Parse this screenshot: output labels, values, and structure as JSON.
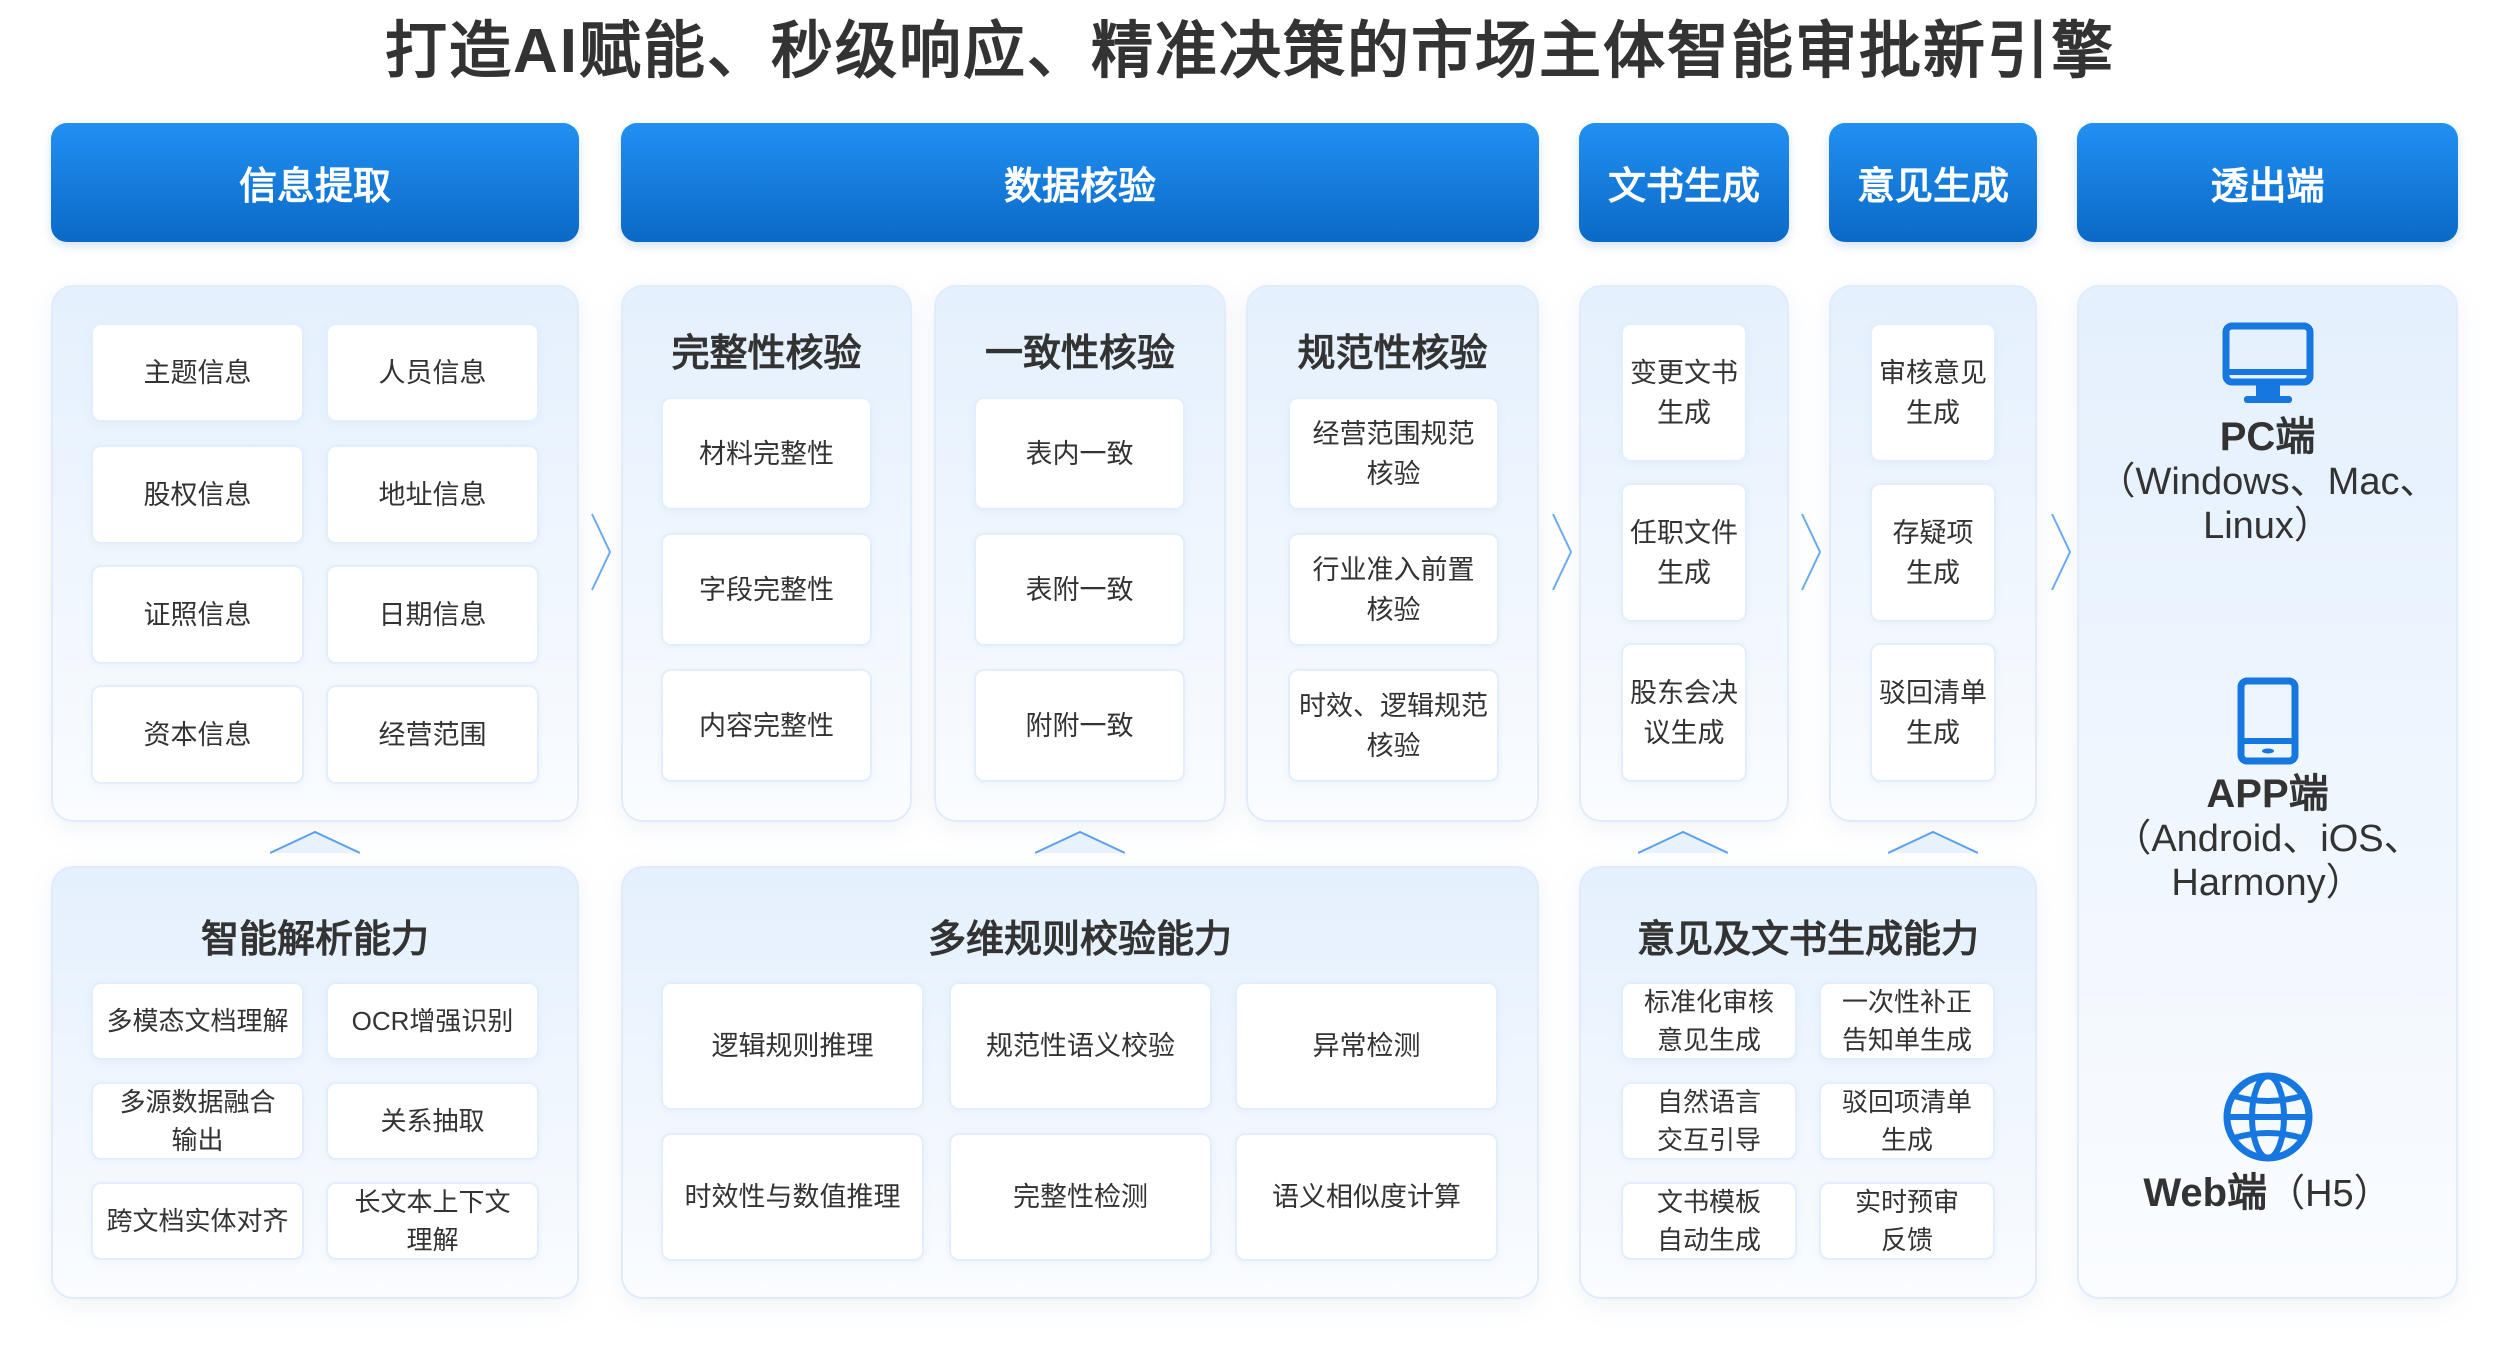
{
  "title": "打造AI赋能、秒级响应、精准决策的市场主体智能审批新引擎",
  "headers": [
    "信息提取",
    "数据核验",
    "文书生成",
    "意见生成",
    "透出端"
  ],
  "info_items": [
    "主题信息",
    "人员信息",
    "股权信息",
    "地址信息",
    "证照信息",
    "日期信息",
    "资本信息",
    "经营范围"
  ],
  "checks": [
    {
      "title": "完整性核验",
      "items": [
        "材料完整性",
        "字段完整性",
        "内容完整性"
      ]
    },
    {
      "title": "一致性核验",
      "items": [
        "表内一致",
        "表附一致",
        "附附一致"
      ]
    },
    {
      "title": "规范性核验",
      "items": [
        "经营范围规范\n核验",
        "行业准入前置\n核验",
        "时效、逻辑规范\n核验"
      ]
    }
  ],
  "doc_items": [
    "变更文书\n生成",
    "任职文件\n生成",
    "股东会决\n议生成"
  ],
  "opinion_items": [
    "审核意见\n生成",
    "存疑项\n生成",
    "驳回清单\n生成"
  ],
  "parse": {
    "title": "智能解析能力",
    "items": [
      "多模态文档理解",
      "OCR增强识别",
      "多源数据融合\n输出",
      "关系抽取",
      "跨文档实体对齐",
      "长文本上下文\n理解"
    ]
  },
  "rules": {
    "title": "多维规则校验能力",
    "items": [
      "逻辑规则推理",
      "规范性语义校验",
      "异常检测",
      "时效性与数值推理",
      "完整性检测",
      "语义相似度计算"
    ]
  },
  "gen": {
    "title": "意见及文书生成能力",
    "items": [
      "标准化审核\n意见生成",
      "一次性补正\n告知单生成",
      "自然语言\n交互引导",
      "驳回项清单\n生成",
      "文书模板\n自动生成",
      "实时预审\n反馈"
    ]
  },
  "devices": [
    {
      "icon": "monitor-icon",
      "name": "PC端",
      "sub": "（Windows、Mac、\nLinux）"
    },
    {
      "icon": "tablet-icon",
      "name": "APP端",
      "sub": "（Android、iOS、\nHarmony）"
    },
    {
      "icon": "globe-icon",
      "name": "Web端",
      "sub": "（H5）"
    }
  ],
  "colors": {
    "accent": "#1677e0",
    "header_top": "#2190f2",
    "header_bottom": "#0b69c7"
  }
}
